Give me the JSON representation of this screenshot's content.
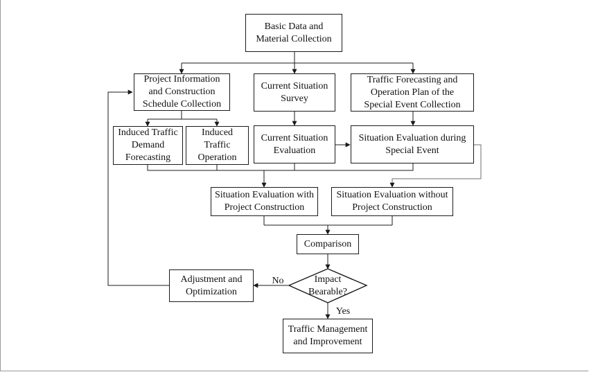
{
  "nodes": {
    "basic_data": "Basic Data and\nMaterial Collection",
    "project_info": "Project Information\nand Construction\nSchedule Collection",
    "current_survey": "Current Situation\nSurvey",
    "traffic_forecast": "Traffic Forecasting and\nOperation Plan of the\nSpecial Event Collection",
    "induced_demand": "Induced Traffic\nDemand\nForecasting",
    "induced_operation": "Induced\nTraffic\nOperation",
    "current_eval": "Current Situation\nEvaluation",
    "special_eval": "Situation Evaluation during\nSpecial Event",
    "eval_with": "Situation Evaluation with\nProject Construction",
    "eval_without": "Situation Evaluation without\nProject Construction",
    "comparison": "Comparison",
    "decision": "Impact\nBearable?",
    "adjustment": "Adjustment and\nOptimization",
    "management": "Traffic Management\nand Improvement"
  },
  "edge_labels": {
    "no": "No",
    "yes": "Yes"
  },
  "colors": {
    "line": "#1a1a1a",
    "line_light": "#6e6e6e",
    "border": "#9a9a9a"
  }
}
